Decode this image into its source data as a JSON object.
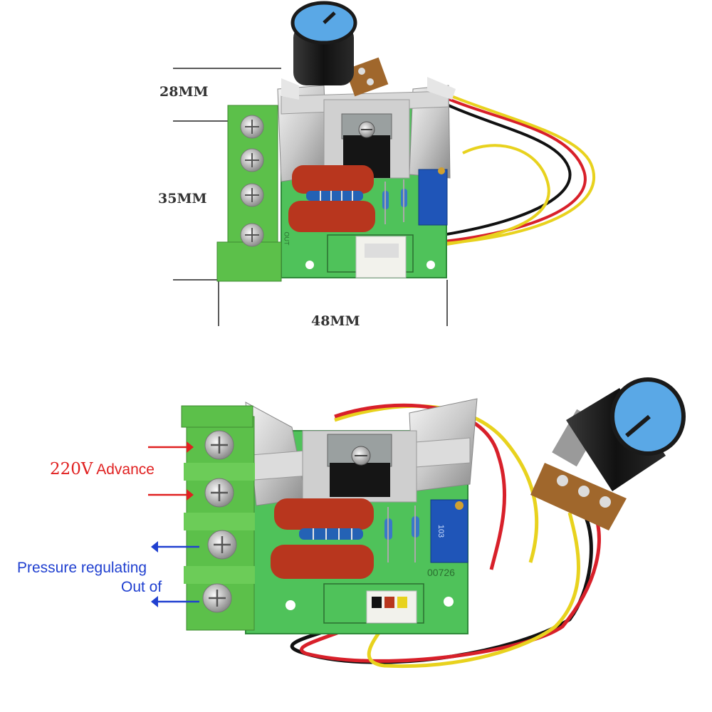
{
  "dimensions": {
    "height_top": "28MM",
    "height_board": "35MM",
    "width": "48MM"
  },
  "wiring": {
    "input_voltage": "220V",
    "input_word": "Advance",
    "output_line1": "Pressure regulating",
    "output_line2": "Out of"
  },
  "board_marks": {
    "out_label": "OUT",
    "serial": "00726",
    "trimmer_code": "103"
  },
  "colors": {
    "pcb": "#4fc25a",
    "terminal": "#5cc04a",
    "capacitor": "#b8361e",
    "knob_cap": "#5aa8e6",
    "arrow_in": "#e02020",
    "arrow_out": "#2040d0"
  }
}
